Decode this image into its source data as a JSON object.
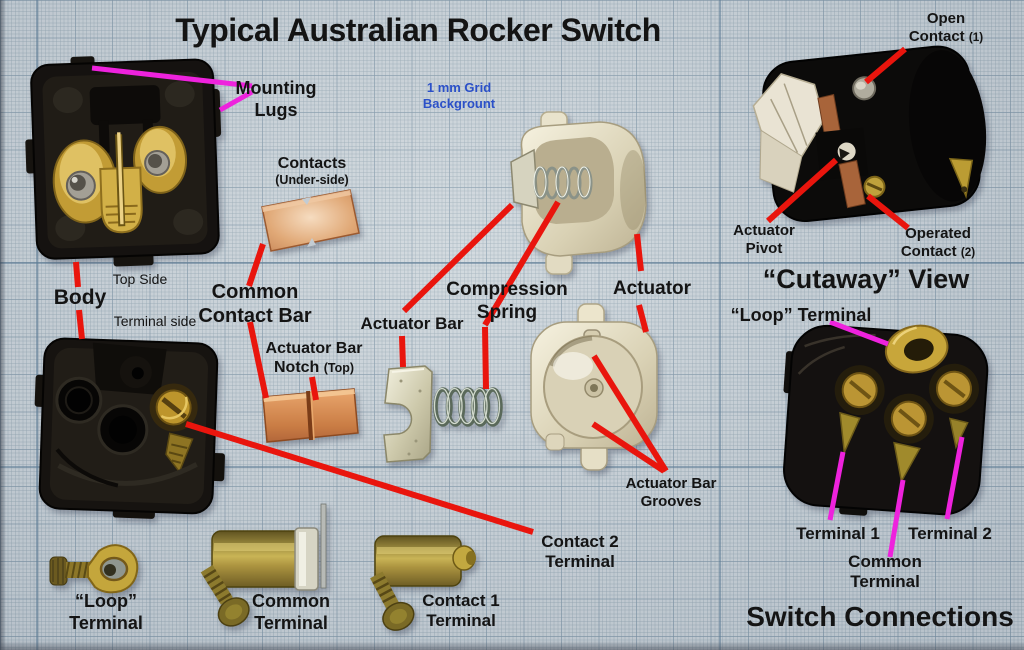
{
  "colors": {
    "red_line": "#e9150d",
    "magenta_line": "#ee22dd",
    "blue_note": "#2b50c8",
    "ink": "#141414",
    "paper": "#c9d2d8"
  },
  "title": "Typical Australian Rocker Switch",
  "grid_note": {
    "line1": "1 mm Grid",
    "line2": "Backgrount"
  },
  "labels": {
    "mounting_lugs": {
      "line1": "Mounting",
      "line2": "Lugs"
    },
    "contacts": {
      "line1": "Contacts",
      "line2": "(Under-side)"
    },
    "top_side": "Top Side",
    "body": "Body",
    "terminal_side": "Terminal side",
    "common_contact_bar": {
      "line1": "Common",
      "line2": "Contact Bar"
    },
    "actuator_bar_notch": {
      "line1": "Actuator Bar",
      "line2": "Notch",
      "line2_sub": "(Top)"
    },
    "actuator_bar": "Actuator Bar",
    "compression_spring": {
      "line1": "Compression",
      "line2": "Spring"
    },
    "actuator": "Actuator",
    "actuator_bar_grooves": {
      "line1": "Actuator Bar",
      "line2": "Grooves"
    },
    "contact_2_terminal": {
      "line1": "Contact 2",
      "line2": "Terminal"
    },
    "loop_terminal_lower": {
      "line1": "“Loop”",
      "line2": "Terminal"
    },
    "common_terminal_lower": {
      "line1": "Common",
      "line2": "Terminal"
    },
    "contact_1_terminal": {
      "line1": "Contact 1",
      "line2": "Terminal"
    },
    "open_contact": {
      "line1": "Open",
      "line2": "Contact",
      "line2_sub": "(1)"
    },
    "actuator_pivot": {
      "line1": "Actuator",
      "line2": "Pivot"
    },
    "operated_contact": {
      "line1": "Operated",
      "line2": "Contact",
      "line2_sub": "(2)"
    },
    "cutaway_view": "“Cutaway” View",
    "loop_terminal_right": "“Loop” Terminal",
    "terminal_1": "Terminal 1",
    "terminal_2": "Terminal 2",
    "common_terminal_right": {
      "line1": "Common",
      "line2": "Terminal"
    },
    "switch_connections": "Switch Connections"
  }
}
